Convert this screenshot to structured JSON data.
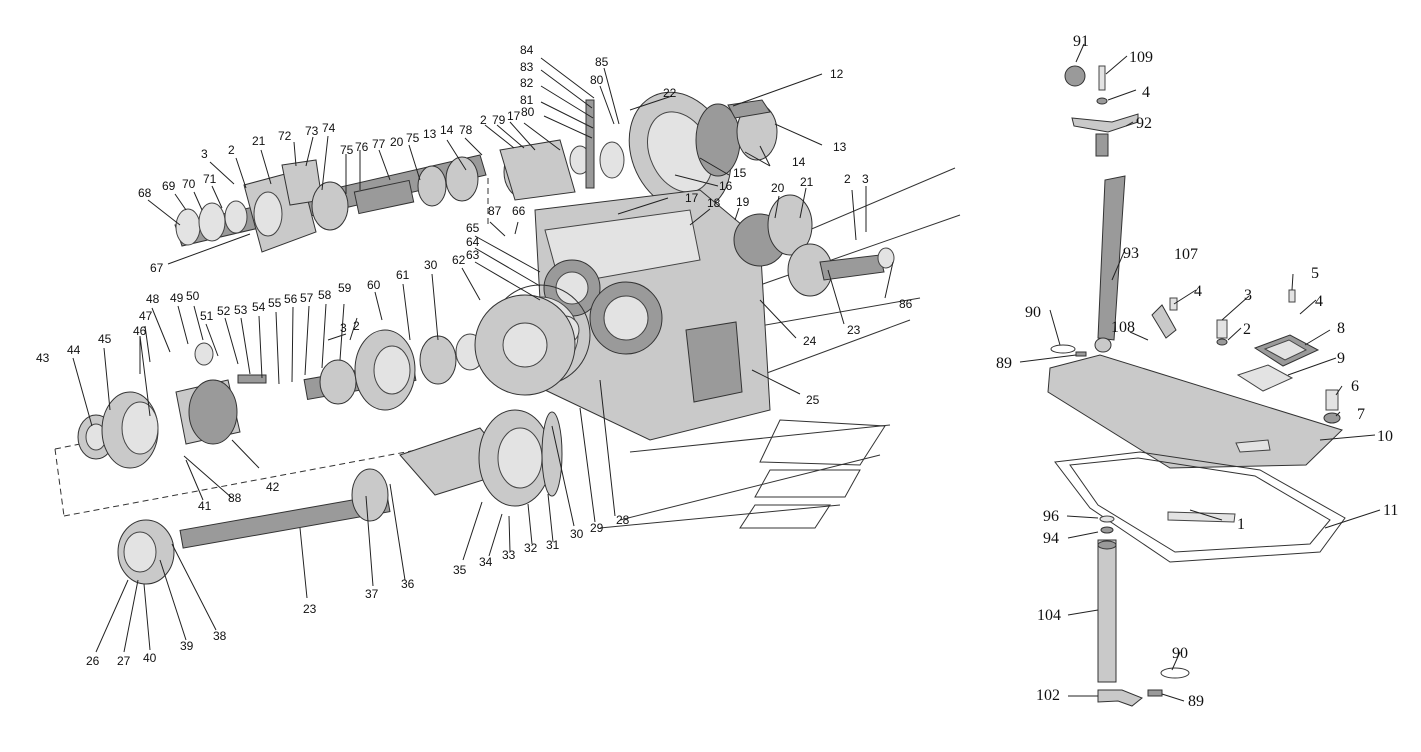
{
  "left_labels": [
    "84",
    "83",
    "82",
    "81",
    "80",
    "85",
    "80",
    "22",
    "12",
    "13",
    "14",
    "14",
    "15",
    "16",
    "17",
    "18",
    "19",
    "20",
    "21",
    "2",
    "3",
    "86",
    "23",
    "24",
    "25",
    "2",
    "79",
    "17",
    "78",
    "14",
    "13",
    "75",
    "20",
    "77",
    "76",
    "75",
    "74",
    "73",
    "72",
    "21",
    "2",
    "3",
    "71",
    "70",
    "69",
    "68",
    "67",
    "87",
    "66",
    "65",
    "64",
    "63",
    "62",
    "30",
    "61",
    "60",
    "59",
    "58",
    "57",
    "56",
    "55",
    "54",
    "53",
    "52",
    "51",
    "50",
    "49",
    "48",
    "47",
    "46",
    "45",
    "44",
    "43",
    "3",
    "2",
    "42",
    "88",
    "41",
    "23",
    "37",
    "36",
    "35",
    "34",
    "33",
    "32",
    "31",
    "30",
    "29",
    "28",
    "26",
    "27",
    "40",
    "39",
    "38"
  ],
  "right_labels": [
    "91",
    "109",
    "4",
    "92",
    "93",
    "107",
    "4",
    "5",
    "4",
    "3",
    "2",
    "8",
    "9",
    "6",
    "7",
    "10",
    "11",
    "90",
    "89",
    "108",
    "1",
    "96",
    "94",
    "104",
    "90",
    "102",
    "89"
  ]
}
